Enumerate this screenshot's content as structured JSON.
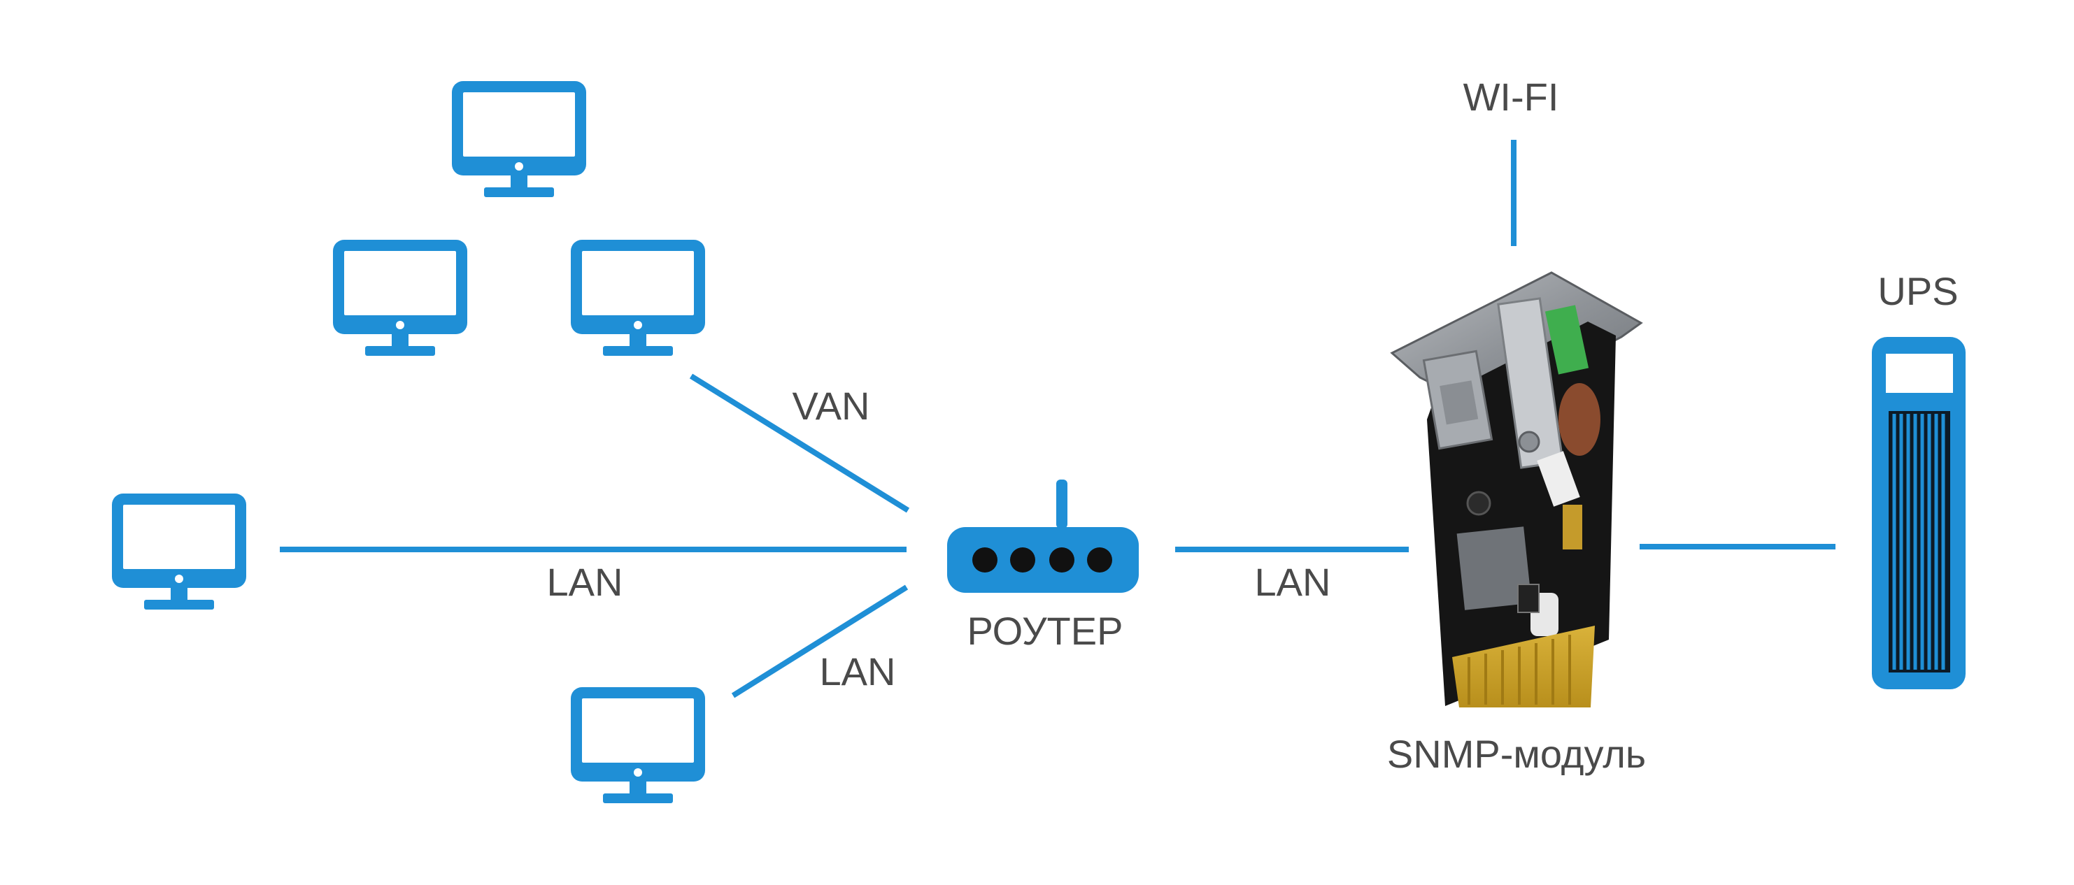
{
  "colors": {
    "accent": "#1f8fd6",
    "text": "#4a4a4a",
    "background": "#ffffff"
  },
  "labels": {
    "wifi": "WI-FI",
    "ups": "UPS",
    "van": "VAN",
    "lan_left": "LAN",
    "lan_bottom": "LAN",
    "lan_right": "LAN",
    "router": "РОУТЕР",
    "snmp_module": "SNMP-модуль"
  },
  "nodes": {
    "computers": [
      "monitor-icon",
      "monitor-icon",
      "monitor-icon",
      "monitor-icon",
      "monitor-icon"
    ],
    "router": "router-icon",
    "snmp_module": "snmp-card-image",
    "ups": "ups-icon"
  }
}
